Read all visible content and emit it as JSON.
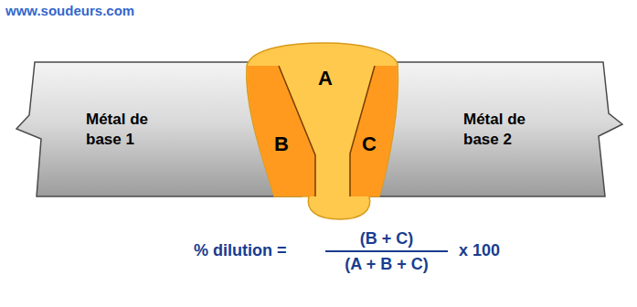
{
  "diagram": {
    "nodes": [
      {
        "text": [
          "Métal de base 1"
        ]
      },
      {
        "text": [
          "A"
        ]
      },
      {
        "text": [
          "B"
        ]
      },
      {
        "text": [
          "C"
        ]
      },
      {
        "text": [
          "Métal de base 2"
        ]
      }
    ],
    "labels": [
      "www.soudeurs.com",
      "% dilution =",
      "(B + C)",
      "(A + B + C)",
      "x 100"
    ]
  }
}
